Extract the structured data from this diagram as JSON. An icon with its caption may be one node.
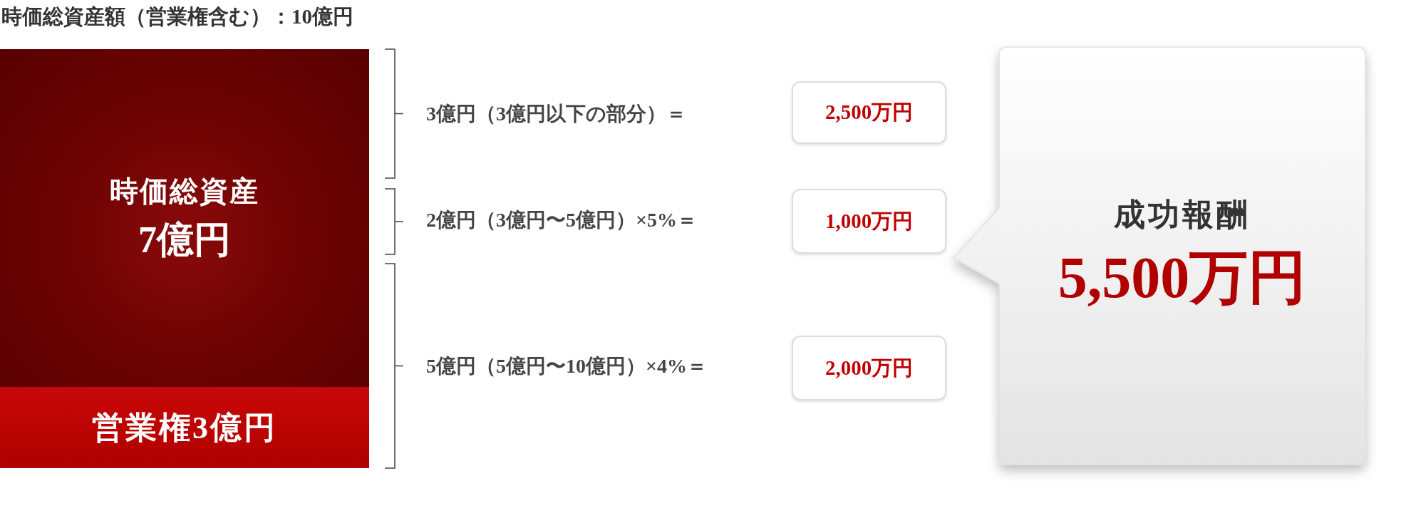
{
  "diagram": {
    "title": "時価総資産額（営業権含む）：10億円",
    "nodes": [
      {
        "text": [
          "時価総資産",
          "7億円"
        ]
      },
      {
        "text": [
          "営業権3億円"
        ]
      },
      {
        "text": [
          "2,500万円"
        ]
      },
      {
        "text": [
          "1,000万円"
        ]
      },
      {
        "text": [
          "2,000万円"
        ]
      },
      {
        "text": [
          "成功報酬",
          "5,500万円"
        ]
      }
    ],
    "labels": [
      "3億円（3億円以下の部分）＝",
      "2億円（3億円〜5億円）×5%＝",
      "5億円（5億円〜10億円）×4%＝"
    ]
  }
}
